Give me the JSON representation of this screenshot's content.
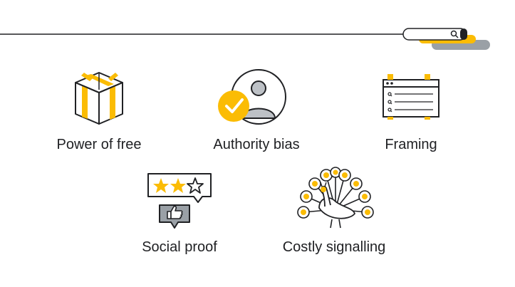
{
  "colors": {
    "accent_yellow": "#fbbc04",
    "ink": "#202124",
    "grey_fill": "#bdc1c6",
    "search_shadow": "#9aa0a6"
  },
  "items": [
    {
      "label": "Power of free",
      "icon": "gift-box-icon"
    },
    {
      "label": "Authority bias",
      "icon": "authority-badge-icon"
    },
    {
      "label": "Framing",
      "icon": "framed-browser-icon"
    },
    {
      "label": "Social proof",
      "icon": "rating-thumbs-up-icon"
    },
    {
      "label": "Costly signalling",
      "icon": "peacock-icon"
    }
  ],
  "search_bar_icon": "search-icon"
}
